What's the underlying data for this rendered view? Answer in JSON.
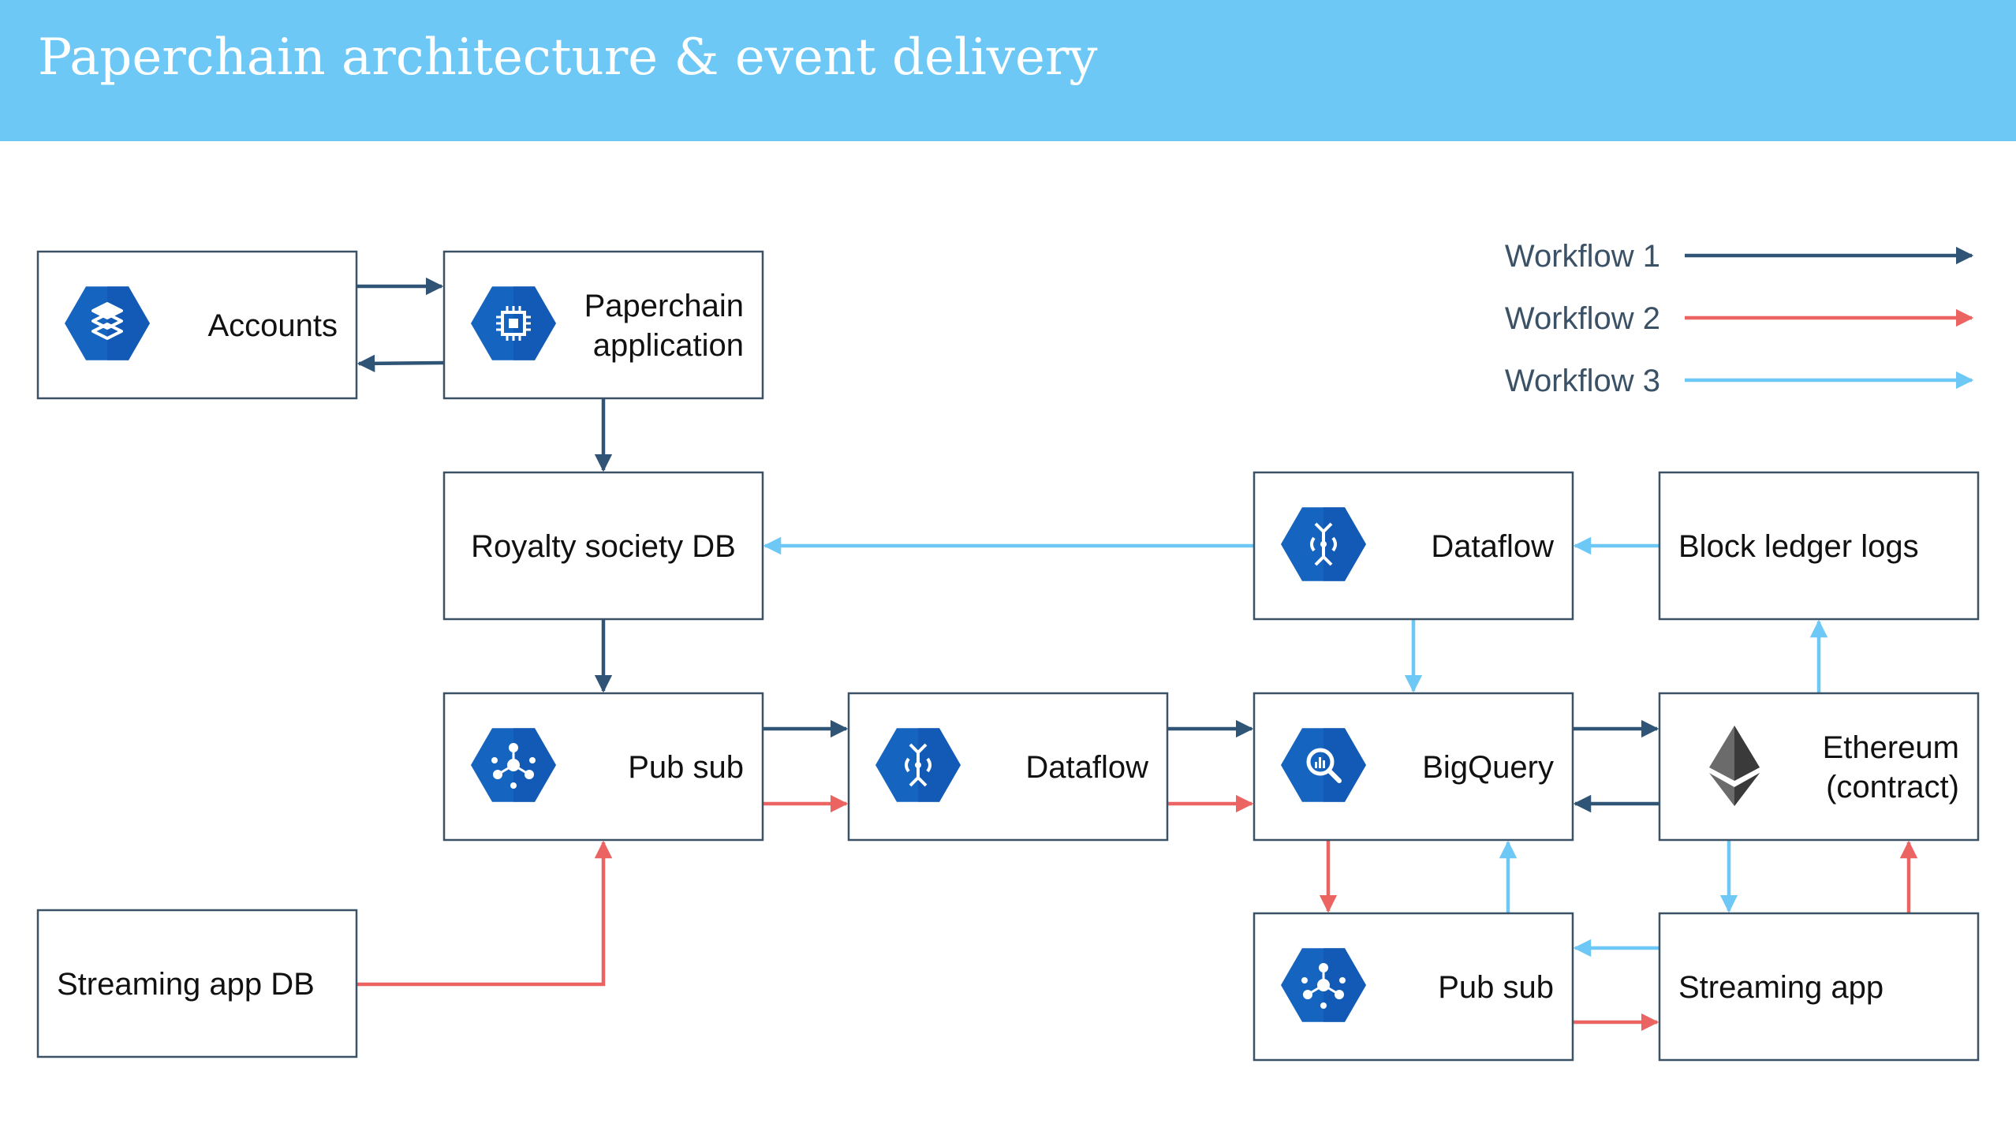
{
  "title": "Paperchain architecture & event delivery",
  "colors": {
    "header_bg": "#6EC8F5",
    "workflow1": "#2F5475",
    "workflow2": "#EC6461",
    "workflow3": "#6EC8F5",
    "icon_blue": "#1565C0",
    "box_border": "#3B5166"
  },
  "legend": [
    {
      "label": "Workflow 1",
      "color": "#2F5475"
    },
    {
      "label": "Workflow 2",
      "color": "#EC6461"
    },
    {
      "label": "Workflow 3",
      "color": "#6EC8F5"
    }
  ],
  "nodes": {
    "accounts": {
      "lines": [
        "Accounts"
      ],
      "icon": "datastore-icon"
    },
    "paperchain_app": {
      "lines": [
        "Paperchain",
        "application"
      ],
      "icon": "compute-engine-icon"
    },
    "royalty_db": {
      "lines": [
        "Royalty society DB"
      ],
      "icon": ""
    },
    "pubsub_main": {
      "lines": [
        "Pub sub"
      ],
      "icon": "pubsub-icon"
    },
    "dataflow_main": {
      "lines": [
        "Dataflow"
      ],
      "icon": "dataflow-icon"
    },
    "streaming_db": {
      "lines": [
        "Streaming app DB"
      ],
      "icon": ""
    },
    "dataflow_top": {
      "lines": [
        "Dataflow"
      ],
      "icon": "dataflow-icon"
    },
    "block_ledger": {
      "lines": [
        "Block ledger logs"
      ],
      "icon": ""
    },
    "bigquery": {
      "lines": [
        "BigQuery"
      ],
      "icon": "bigquery-icon"
    },
    "ethereum": {
      "lines": [
        "Ethereum",
        "(contract)"
      ],
      "icon": "ethereum-icon"
    },
    "pubsub_bottom": {
      "lines": [
        "Pub sub"
      ],
      "icon": "pubsub-icon"
    },
    "streaming_app": {
      "lines": [
        "Streaming app"
      ],
      "icon": ""
    }
  },
  "edges": [
    {
      "from": "accounts",
      "to": "paperchain_app",
      "workflow": 1
    },
    {
      "from": "paperchain_app",
      "to": "accounts",
      "workflow": 1
    },
    {
      "from": "paperchain_app",
      "to": "royalty_db",
      "workflow": 1
    },
    {
      "from": "royalty_db",
      "to": "pubsub_main",
      "workflow": 1
    },
    {
      "from": "pubsub_main",
      "to": "dataflow_main",
      "workflow": 1
    },
    {
      "from": "pubsub_main",
      "to": "dataflow_main",
      "workflow": 2
    },
    {
      "from": "dataflow_main",
      "to": "bigquery",
      "workflow": 1
    },
    {
      "from": "dataflow_main",
      "to": "bigquery",
      "workflow": 2
    },
    {
      "from": "bigquery",
      "to": "ethereum",
      "workflow": 1
    },
    {
      "from": "ethereum",
      "to": "bigquery",
      "workflow": 1
    },
    {
      "from": "streaming_db",
      "to": "pubsub_main",
      "workflow": 2
    },
    {
      "from": "dataflow_top",
      "to": "royalty_db",
      "workflow": 3
    },
    {
      "from": "block_ledger",
      "to": "dataflow_top",
      "workflow": 3
    },
    {
      "from": "dataflow_top",
      "to": "bigquery",
      "workflow": 3
    },
    {
      "from": "ethereum",
      "to": "block_ledger",
      "workflow": 3
    },
    {
      "from": "bigquery",
      "to": "pubsub_bottom",
      "workflow": 2
    },
    {
      "from": "pubsub_bottom",
      "to": "bigquery",
      "workflow": 3
    },
    {
      "from": "ethereum",
      "to": "streaming_app",
      "workflow": 3
    },
    {
      "from": "streaming_app",
      "to": "ethereum",
      "workflow": 2
    },
    {
      "from": "streaming_app",
      "to": "pubsub_bottom",
      "workflow": 3
    },
    {
      "from": "pubsub_bottom",
      "to": "streaming_app",
      "workflow": 2
    }
  ]
}
